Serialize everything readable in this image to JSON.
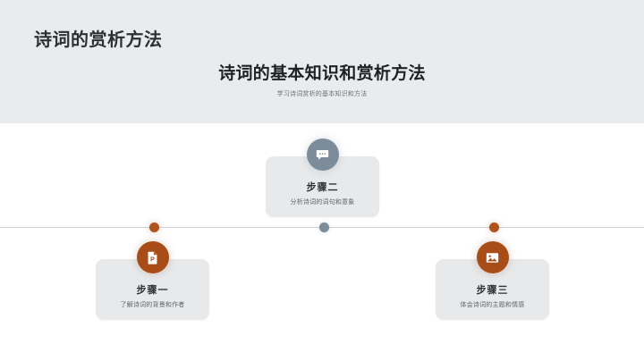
{
  "header": {
    "page_title": "诗词的赏析方法",
    "hero_title": "诗词的基本知识和赏析方法",
    "hero_subtitle": "学习诗词赏析的基本知识和方法"
  },
  "colors": {
    "accent_orange": "#a94d18",
    "node_orange": "#b0521c",
    "accent_grey_blue": "#7d8c9a",
    "header_band": "#eaebed",
    "card_background": "#e7e9eb",
    "timeline_line": "#cfd1d3",
    "title_text": "#2f3033",
    "body_text": "#5f6368"
  },
  "timeline": {
    "nodes": [
      {
        "id": "node-1",
        "color": "#b0521c"
      },
      {
        "id": "node-2",
        "color": "#7d8c9a"
      },
      {
        "id": "node-3",
        "color": "#b0521c"
      }
    ],
    "steps": [
      {
        "title": "步骤一",
        "desc": "了解诗词的背景和作者",
        "icon": "file-document-p-icon",
        "icon_style": "orange"
      },
      {
        "title": "步骤二",
        "desc": "分析诗词的词句和意象",
        "icon": "comment-bubble-icon",
        "icon_style": "grey"
      },
      {
        "title": "步骤三",
        "desc": "体会诗词的主题和情感",
        "icon": "image-picture-icon",
        "icon_style": "orange"
      }
    ]
  }
}
